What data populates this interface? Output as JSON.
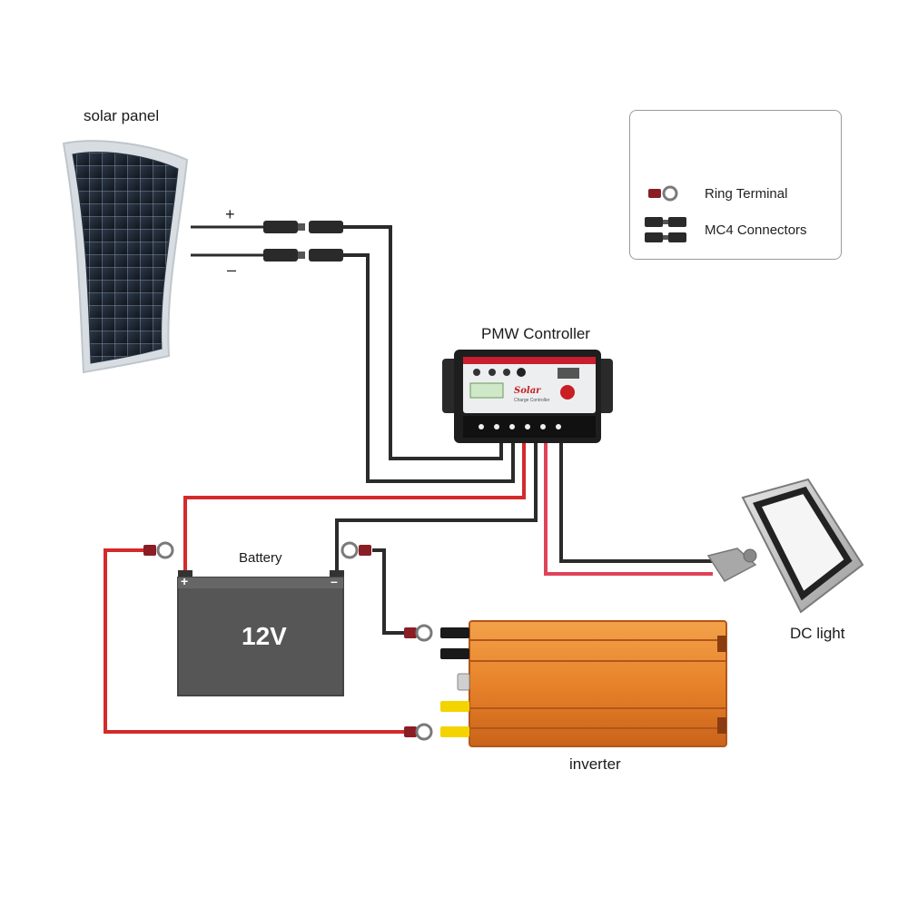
{
  "labels": {
    "solar_panel": "solar panel",
    "plus": "+",
    "minus": "–",
    "controller": "PMW Controller",
    "battery": "Battery",
    "battery_voltage": "12V",
    "battery_plus": "+",
    "battery_minus": "–",
    "dc_light": "DC light",
    "inverter": "inverter"
  },
  "legend": {
    "ring_terminal": "Ring Terminal",
    "mc4_connectors": "MC4 Connectors"
  },
  "controller_face": {
    "brand": "Solar",
    "subtitle": "Charge Controller"
  },
  "colors": {
    "wire_red": "#d42a2a",
    "wire_pink": "#e0425a",
    "wire_black": "#2b2b2b",
    "inverter_orange": "#e8832a",
    "battery_gray": "#555555"
  }
}
